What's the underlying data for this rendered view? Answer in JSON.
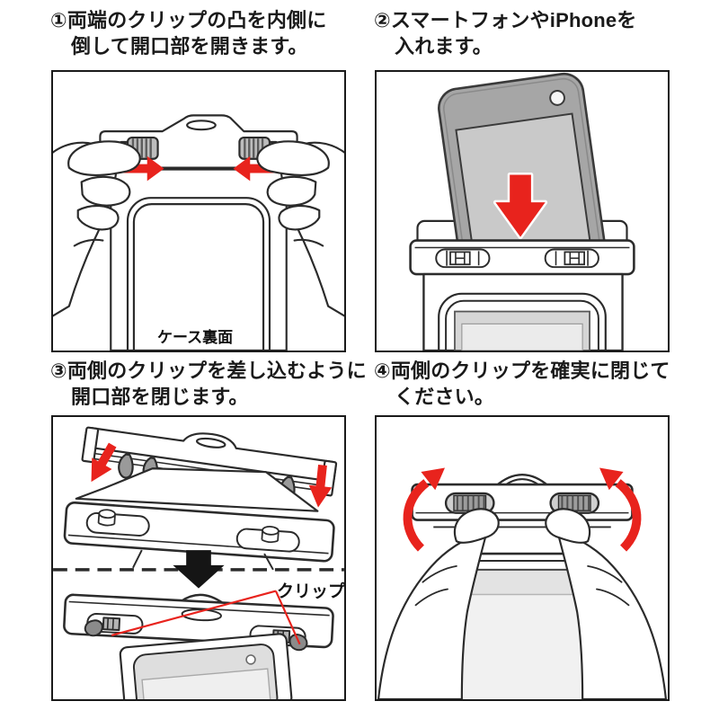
{
  "colors": {
    "accent_red": "#e8231d",
    "ink": "#2b2b2b",
    "panel_border": "#1a1a1a",
    "clip_gray": "#bdbdbd",
    "clip_rib_gray": "#5c5c5c",
    "dark_clip_gray": "#8b8b8b",
    "phone_body_gray": "#a6a6a6",
    "phone_screen_gray": "#c9c9c9",
    "phone_light_gray": "#dedede"
  },
  "steps": [
    {
      "number": "①",
      "line1": "両端のクリップの凸を内側に",
      "line2": "倒して開口部を開きます。"
    },
    {
      "number": "②",
      "line1": "スマートフォンやiPhoneを",
      "line2": "入れます。"
    },
    {
      "number": "③",
      "line1": "両側のクリップを差し込むように",
      "line2": "開口部を閉じます。"
    },
    {
      "number": "④",
      "line1": "両側のクリップを確実に閉じて",
      "line2": "ください。"
    }
  ],
  "labels": {
    "case_back": "ケース裏面",
    "clip": "クリップ"
  }
}
